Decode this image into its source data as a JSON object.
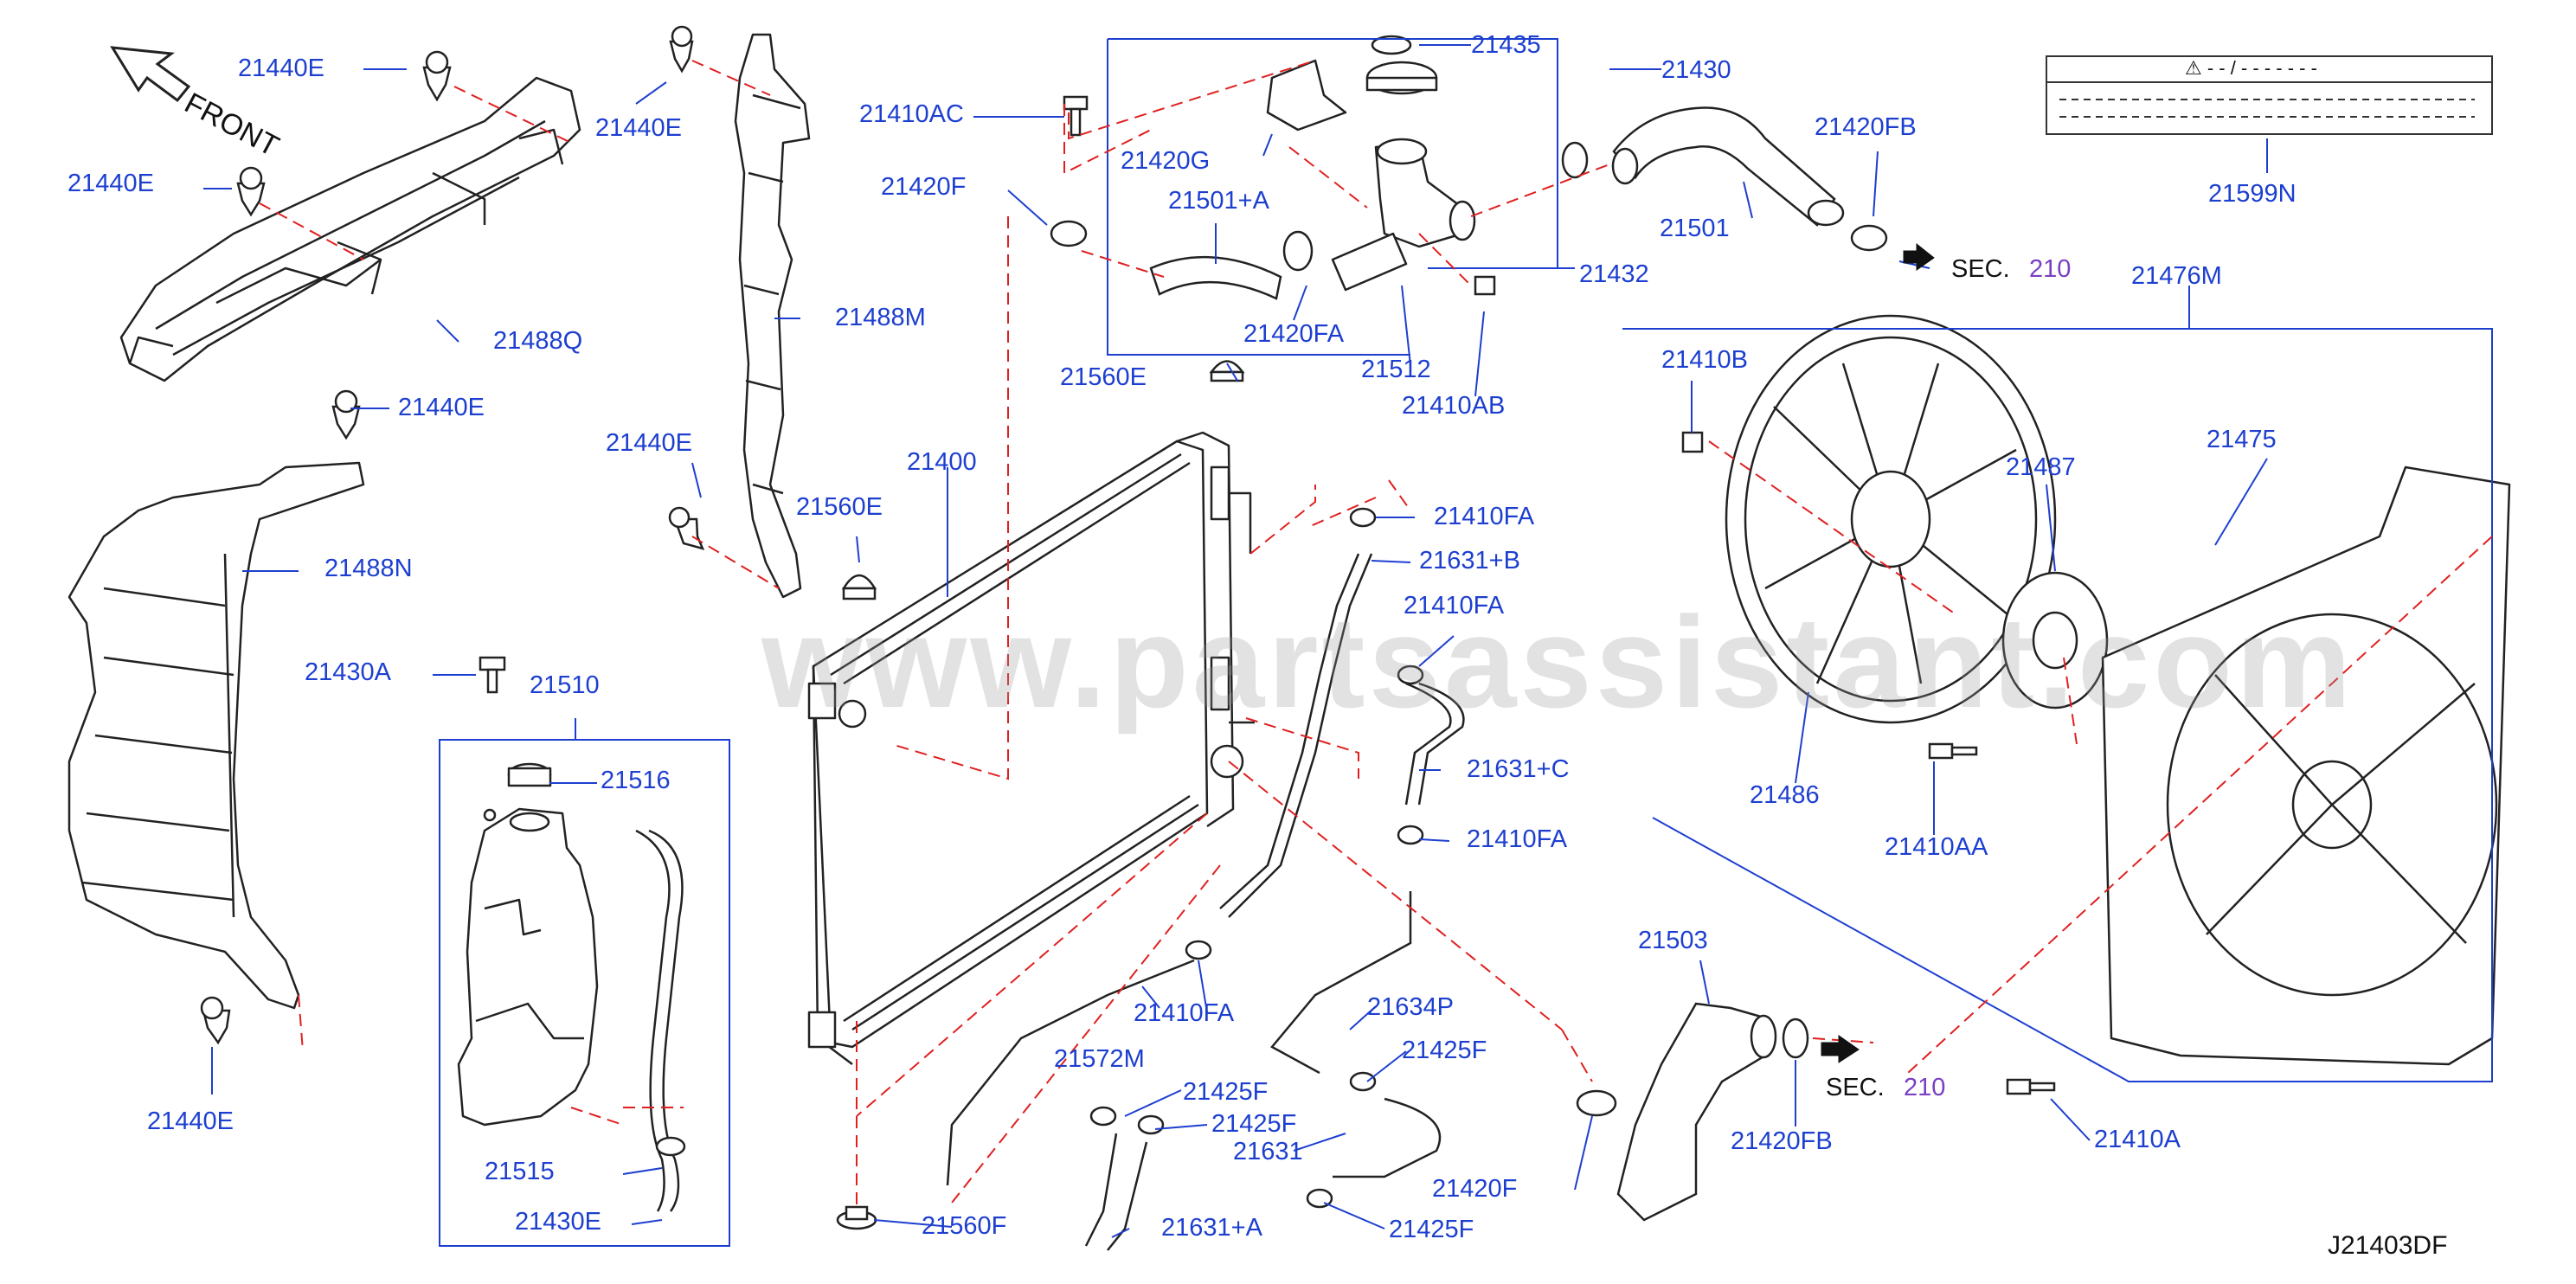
{
  "front_label": "FRONT",
  "watermark": "www.partsassistant.com",
  "diagram_code": "J21403DF",
  "sec_text": "SEC.",
  "sec_number": "210",
  "label_card_text": "⚠ - - / - - - - - - -",
  "parts": {
    "p21440E_a": "21440E",
    "p21440E_b": "21440E",
    "p21440E_c": "21440E",
    "p21440E_d": "21440E",
    "p21440E_e": "21440E",
    "p21440E_f": "21440E",
    "p21488Q": "21488Q",
    "p21488M": "21488M",
    "p21488N": "21488N",
    "p21430A": "21430A",
    "p21510": "21510",
    "p21516": "21516",
    "p21515": "21515",
    "p21430E": "21430E",
    "p21410AC": "21410AC",
    "p21420F_a": "21420F",
    "p21420G": "21420G",
    "p21501A": "21501+A",
    "p21420FA_a": "21420FA",
    "p21560E_a": "21560E",
    "p21560E_b": "21560E",
    "p21400": "21400",
    "p21435": "21435",
    "p21430": "21430",
    "p21432": "21432",
    "p21512": "21512",
    "p21410AB": "21410AB",
    "p21501": "21501",
    "p21420FB_a": "21420FB",
    "p21599N": "21599N",
    "p21476M": "21476M",
    "p21410B": "21410B",
    "p21487": "21487",
    "p21475": "21475",
    "p21486": "21486",
    "p21410AA": "21410AA",
    "p21410FA_a": "21410FA",
    "p21631B": "21631+B",
    "p21410FA_b": "21410FA",
    "p21631C": "21631+C",
    "p21410FA_c": "21410FA",
    "p21410FA_d": "21410FA",
    "p21572M": "21572M",
    "p21634P": "21634P",
    "p21425F_a": "21425F",
    "p21425F_b": "21425F",
    "p21425F_c": "21425F",
    "p21425F_d": "21425F",
    "p21631": "21631",
    "p21631A": "21631+A",
    "p21560F": "21560F",
    "p21420F_b": "21420F",
    "p21503": "21503",
    "p21420FB_b": "21420FB",
    "p21410A": "21410A"
  },
  "colors": {
    "label": "#1d3fd0",
    "leader": "#1d3fd0",
    "dash": "#e02020",
    "outline": "#222222",
    "sec_number": "#7a3fc2"
  }
}
